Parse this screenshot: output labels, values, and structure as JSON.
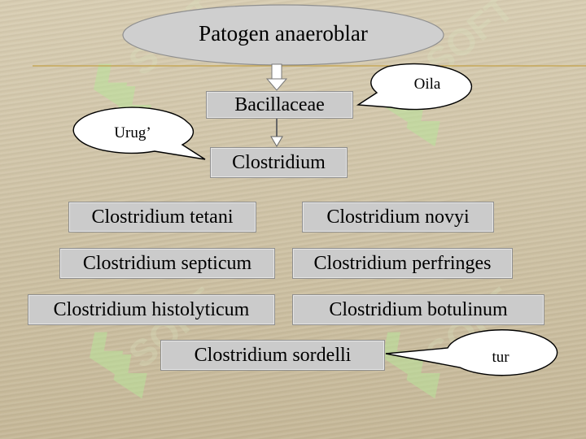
{
  "diagram": {
    "root": "Patogen anaeroblar",
    "family": "Bacillaceae",
    "genus": "Clostridium",
    "species": [
      "Clostridium tetani",
      "Clostridium novyi",
      "Clostridium septicum",
      "Clostridium perfringes",
      "Clostridium histolyticum",
      "Clostridium botulinum",
      "Clostridium sordelli"
    ],
    "callouts": {
      "family": "Oila",
      "genus": "Urug’",
      "species": "tur"
    }
  },
  "colors": {
    "background": "#d2c6a9",
    "box_fill": "#cbcbcb",
    "oval_fill": "#cfcfcf",
    "watermark_green": "#b9e39a",
    "rule_line": "#c4a24a"
  },
  "watermark": {
    "text": "SOFT"
  }
}
